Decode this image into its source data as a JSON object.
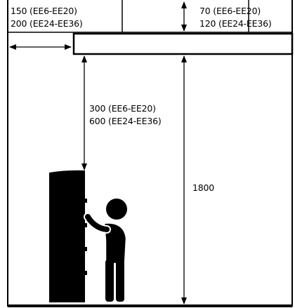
{
  "dimensions": {
    "top_left": {
      "line1": "150 (EE6-EE20)",
      "line2": "200 (EE24-EE36)"
    },
    "top_right": {
      "line1": "70 (EE6-EE20)",
      "line2": "120 (EE24-EE36)"
    },
    "middle": {
      "line1": "300 (EE6-EE20)",
      "line2": "600 (EE24-EE36)"
    },
    "height": {
      "value": "1800"
    }
  },
  "colors": {
    "ink": "#000000",
    "paper": "#ffffff"
  }
}
